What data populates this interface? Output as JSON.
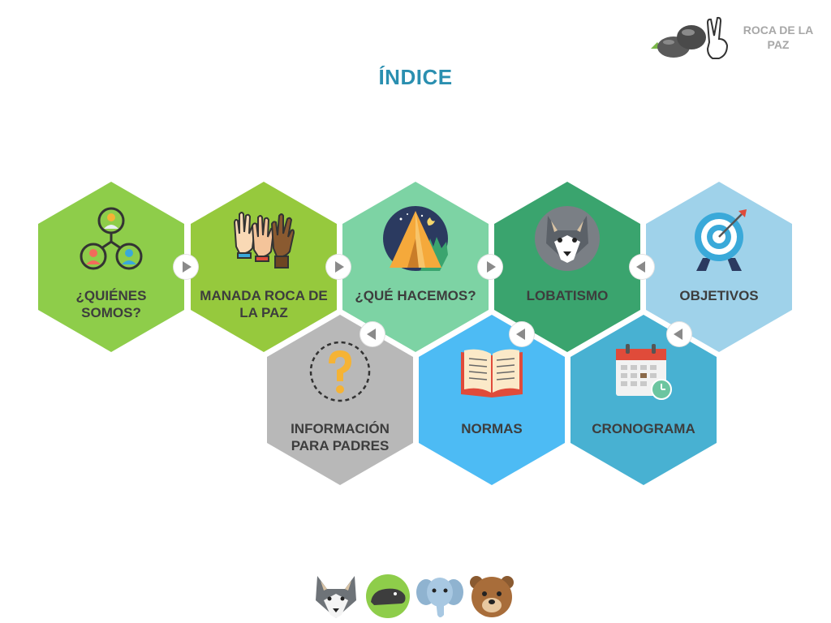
{
  "brand": {
    "name": "ROCA DE LA PAZ"
  },
  "page": {
    "title": "ÍNDICE"
  },
  "menu": {
    "quienes": {
      "label": "¿QUIÉNES SOMOS?",
      "color": "#8ecd4a",
      "icon": "network-people-icon"
    },
    "manada": {
      "label": "MANADA ROCA DE LA PAZ",
      "color": "#96c93d",
      "icon": "raised-hands-icon"
    },
    "hacemos": {
      "label": "¿QUÉ HACEMOS?",
      "color": "#7dd3a4",
      "icon": "tent-icon"
    },
    "lobatismo": {
      "label": "LOBATISMO",
      "color": "#3aa46e",
      "icon": "wolf-icon"
    },
    "objetivos": {
      "label": "OBJETIVOS",
      "color": "#9fd2ea",
      "icon": "target-icon"
    },
    "informacion": {
      "label": "INFORMACIÓN PARA PADRES",
      "color": "#b8b8b8",
      "icon": "question-mark-icon"
    },
    "normas": {
      "label": "NORMAS",
      "color": "#4dbbf4",
      "icon": "open-book-icon"
    },
    "cronograma": {
      "label": "CRONOGRAMA",
      "color": "#48b1d2",
      "icon": "calendar-icon"
    }
  },
  "footer": {
    "animals": [
      "wolf-icon",
      "seal-icon",
      "elephant-icon",
      "bear-icon"
    ]
  }
}
